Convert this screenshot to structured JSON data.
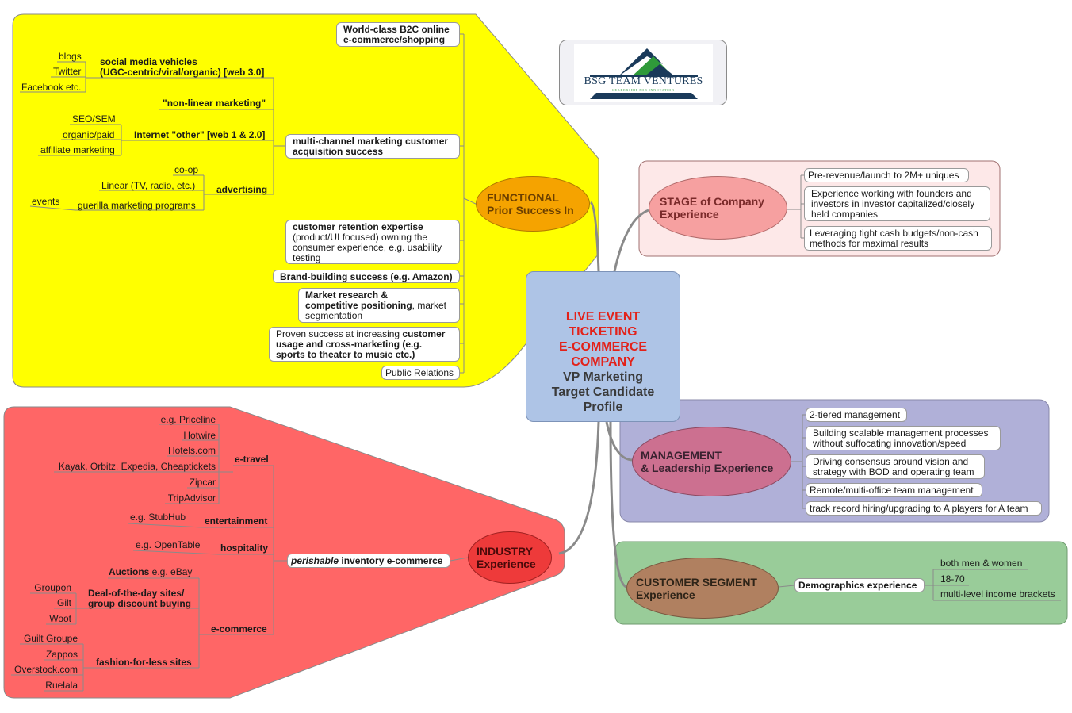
{
  "center": {
    "lines_red": [
      "LIVE EVENT",
      "TICKETING",
      "E-COMMERCE",
      "COMPANY"
    ],
    "lines_dark": [
      "VP Marketing",
      "Target Candidate",
      "Profile"
    ]
  },
  "logo": {
    "name": "BSG TEAM VENTURES",
    "tagline": "LEADERSHIP FOR INNOVATION"
  },
  "functional": {
    "title1": "FUNCTIONAL",
    "title2": "Prior Success In",
    "b2c_1": "World-class B2C online",
    "b2c_2": "e-commerce/shopping",
    "social_1": "social media vehicles",
    "social_2": "(UGC-centric/viral/organic) [web 3.0]",
    "blogs": "blogs",
    "twitter": "Twitter",
    "facebook": "Facebook etc.",
    "nonlinear": "\"non-linear marketing\"",
    "internet_other": "Internet \"other\" [web 1 & 2.0]",
    "seo": "SEO/SEM",
    "organic": "organic/paid",
    "affiliate": "affiliate marketing",
    "multichannel_1": "multi-channel marketing customer",
    "multichannel_2": "acquisition success",
    "coop": "co-op",
    "linear": "Linear (TV, radio, etc.)",
    "advertising": "advertising",
    "events": "events",
    "guerilla": "guerilla marketing programs",
    "retention_bold": "customer retention expertise",
    "retention_rest": "(product/UI focused) owning the consumer experience, e.g. usability testing",
    "brand": "Brand-building success (e.g. Amazon)",
    "market_bold_1": "Market research &",
    "market_bold_2": "competitive positioning",
    "market_rest": ", market segmentation",
    "proven_pre": "Proven success at increasing ",
    "proven_bold": "customer usage and cross-marketing (e.g. sports to theater to music etc.)",
    "pr": "Public Relations"
  },
  "stage": {
    "title1": "STAGE of Company",
    "title2": "Experience",
    "item1": "Pre-revenue/launch to 2M+ uniques",
    "item2": "Experience working with founders and investors in investor capitalized/closely held companies",
    "item3": "Leveraging tight cash budgets/non-cash methods for maximal results"
  },
  "management": {
    "title1": "MANAGEMENT",
    "title2": "& Leadership Experience",
    "item1": "2-tiered management",
    "item2": "Building scalable management processes without suffocating innovation/speed",
    "item3": "Driving consensus around vision and strategy with BOD and operating team",
    "item4": "Remote/multi-office team management",
    "item5": "track record hiring/upgrading to A players for A team"
  },
  "customer": {
    "title1": "CUSTOMER SEGMENT",
    "title2": "Experience",
    "demographics": "Demographics experience",
    "item1": "both men & women",
    "item2": "18-70",
    "item3": "multi-level income brackets"
  },
  "industry": {
    "title1": "INDUSTRY",
    "title2": "Experience",
    "perishable_italic": "perishable",
    "perishable_rest": " inventory e-commerce",
    "etravel": "e-travel",
    "priceline": "e.g. Priceline",
    "hotwire": "Hotwire",
    "hotels": "Hotels.com",
    "kayak": "Kayak, Orbitz, Expedia, Cheaptickets",
    "zipcar": "Zipcar",
    "tripadvisor": "TripAdvisor",
    "entertainment": "entertainment",
    "stubhub": "e.g. StubHub",
    "hospitality": "hospitality",
    "opentable": "e.g. OpenTable",
    "ecommerce": "e-commerce",
    "auctions_bold": "Auctions",
    "auctions_rest": " e.g. eBay",
    "deal_1": "Deal-of-the-day sites/",
    "deal_2": "group discount buying",
    "groupon": "Groupon",
    "gilt": "Gilt",
    "woot": "Woot",
    "fashion": "fashion-for-less sites",
    "guilt": "Guilt Groupe",
    "zappos": "Zappos",
    "overstock": "Overstock.com",
    "ruelala": "Ruelala"
  },
  "colors": {
    "functional_bg": "#ffff00",
    "functional_node": "#f5a300",
    "stage_bg": "#fde8e8",
    "stage_node": "#f6a0a0",
    "management_bg": "#b0b0d8",
    "management_node": "#cc7090",
    "customer_bg": "#99cc99",
    "customer_node": "#b08060",
    "industry_bg": "#ff6666",
    "industry_node": "#ee3a3a",
    "center_bg": "#aec4e6"
  }
}
